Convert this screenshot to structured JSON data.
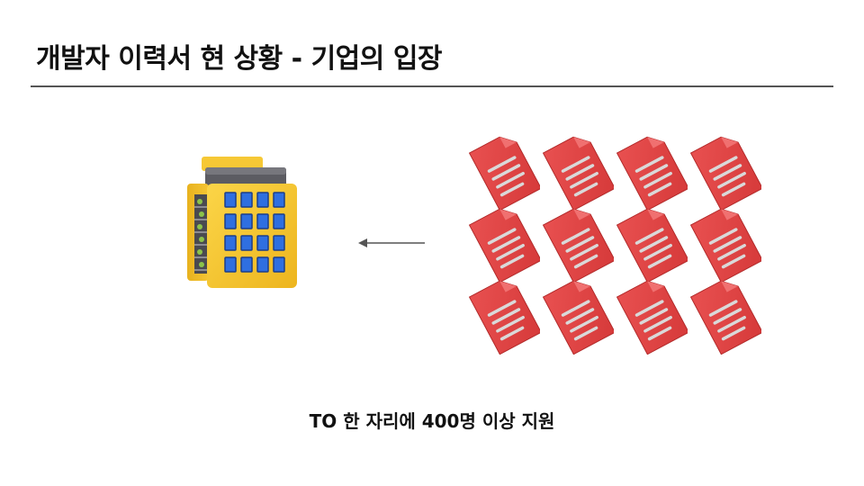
{
  "slide": {
    "title": "개발자 이력서 현 상황 - 기업의 입장",
    "caption": "TO 한 자리에 400명 이상 지원"
  },
  "illustration": {
    "building_icon": "office-building-icon",
    "arrow_icon": "arrow-left-icon",
    "document_icon": "resume-document-icon",
    "document_count": 12
  },
  "colors": {
    "building_yellow": "#F7C531",
    "window_blue": "#2F6FE0",
    "document_red": "#D63A3A",
    "rule": "#555555"
  }
}
